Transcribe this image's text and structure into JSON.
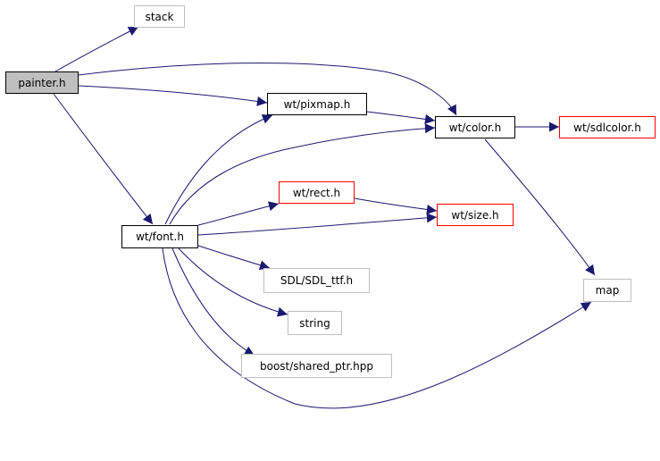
{
  "colors": {
    "edge": "#191970",
    "root_fill": "#bfbfbf",
    "root_border": "#000000",
    "local_border": "#000000",
    "missing_border": "#ff0000",
    "external_border": "#bfbfbf",
    "node_fill": "#ffffff"
  },
  "nodes": {
    "painter_h": "painter.h",
    "stack": "stack",
    "wt_pixmap_h": "wt/pixmap.h",
    "wt_color_h": "wt/color.h",
    "wt_sdlcolor_h": "wt/sdlcolor.h",
    "wt_rect_h": "wt/rect.h",
    "wt_size_h": "wt/size.h",
    "wt_font_h": "wt/font.h",
    "sdl_ttf_h": "SDL/SDL_ttf.h",
    "string": "string",
    "boost_shared_ptr_hpp": "boost/shared_ptr.hpp",
    "map": "map"
  }
}
